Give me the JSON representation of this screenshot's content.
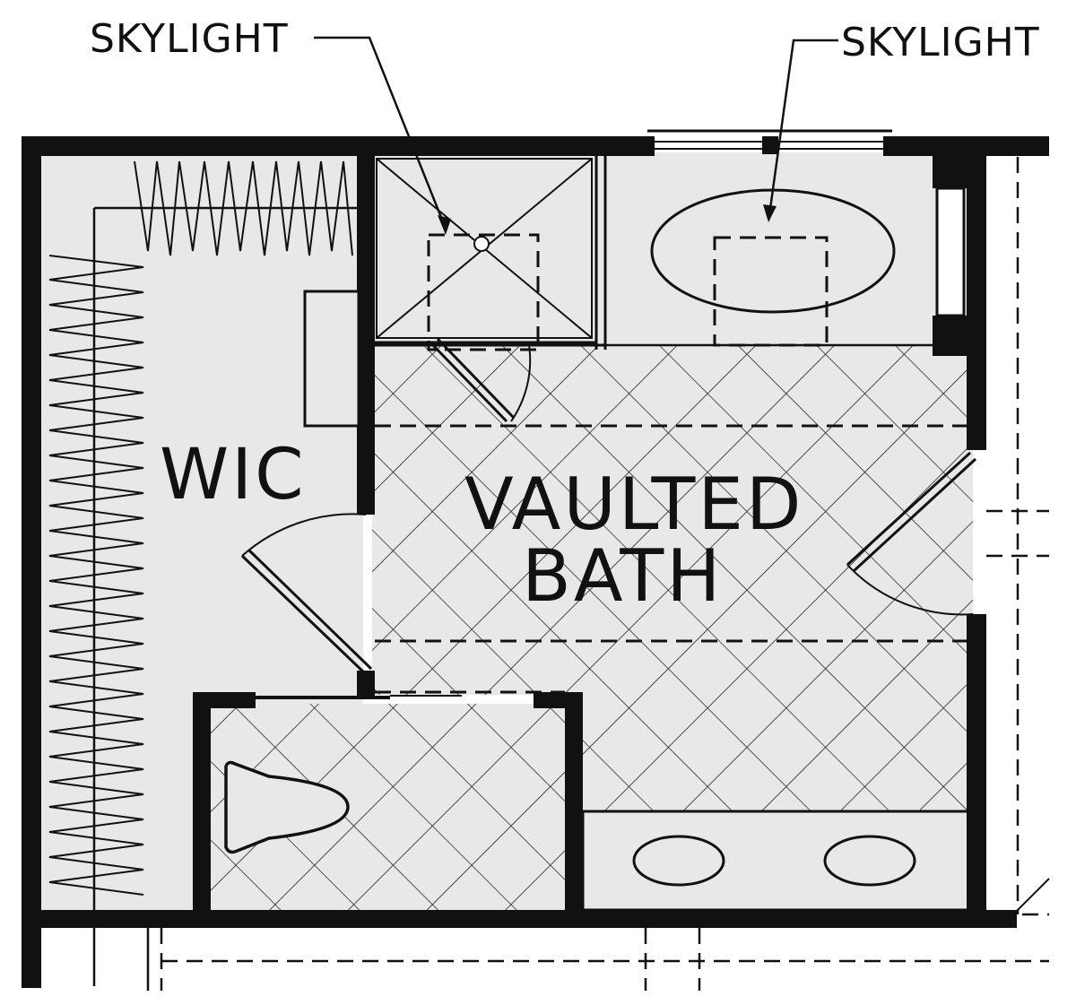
{
  "plan": {
    "rooms": {
      "wic": "WIC",
      "bath_line1": "VAULTED",
      "bath_line2": "BATH"
    },
    "callouts": {
      "skylight_left": "SKYLIGHT",
      "skylight_right": "SKYLIGHT"
    }
  },
  "colors": {
    "wall": "#111111",
    "floor": "#e8e8e8",
    "background": "#ffffff"
  }
}
